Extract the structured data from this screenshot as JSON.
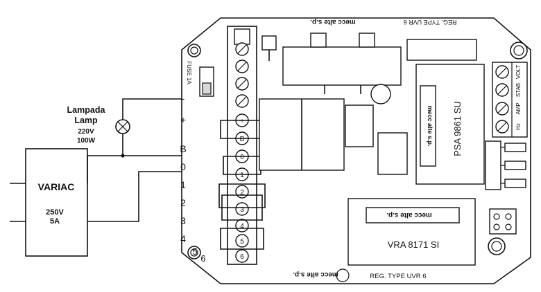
{
  "lamp": {
    "title_line1": "Lampada",
    "title_line2": "Lamp",
    "spec_line1": "220V",
    "spec_line2": "100W"
  },
  "variac": {
    "title": "VARIAC",
    "spec_line1": "250V",
    "spec_line2": "5A"
  },
  "board": {
    "top_label": "REG. TYPE UVR 6",
    "top_brand": "mecc alte s.p.",
    "bottom_label": "REG. TYPE UVR 6",
    "bottom_brand": "mecc alte s.p.",
    "fuse_label": "FUSE 1A",
    "terminal_side_labels": [
      "-",
      "+",
      "B",
      "0",
      "1",
      "2",
      "3",
      "4",
      "5",
      "6"
    ],
    "terminal_numbers": [
      "+",
      "B",
      "0",
      "1",
      "2",
      "3",
      "4",
      "5",
      "6"
    ],
    "pot_labels": [
      "VOLT",
      "STAB",
      "AMP",
      "Hz"
    ],
    "psa_module": {
      "label": "PSA 9861 SU",
      "brand": "mecc alte s.p."
    },
    "vra_module": {
      "label": "VRA 8171 SI",
      "brand": "mecc alte s.p."
    }
  }
}
